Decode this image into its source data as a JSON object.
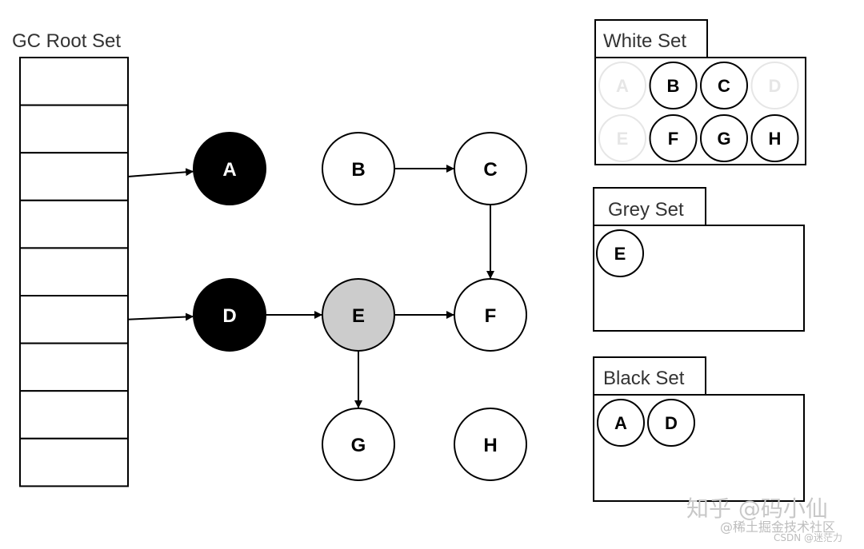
{
  "root_set": {
    "title": "GC Root Set",
    "slot_count": 9
  },
  "nodes": [
    {
      "id": "A",
      "label": "A",
      "state": "black"
    },
    {
      "id": "B",
      "label": "B",
      "state": "white"
    },
    {
      "id": "C",
      "label": "C",
      "state": "white"
    },
    {
      "id": "D",
      "label": "D",
      "state": "black"
    },
    {
      "id": "E",
      "label": "E",
      "state": "grey"
    },
    {
      "id": "F",
      "label": "F",
      "state": "white"
    },
    {
      "id": "G",
      "label": "G",
      "state": "white"
    },
    {
      "id": "H",
      "label": "H",
      "state": "white"
    }
  ],
  "edges": [
    {
      "from": "root-slot-3",
      "to": "A"
    },
    {
      "from": "root-slot-6",
      "to": "D"
    },
    {
      "from": "B",
      "to": "C"
    },
    {
      "from": "C",
      "to": "F"
    },
    {
      "from": "D",
      "to": "E"
    },
    {
      "from": "E",
      "to": "F"
    },
    {
      "from": "E",
      "to": "G"
    }
  ],
  "sets": {
    "white": {
      "title": "White Set",
      "items": [
        {
          "label": "A",
          "faded": true
        },
        {
          "label": "B",
          "faded": false
        },
        {
          "label": "C",
          "faded": false
        },
        {
          "label": "D",
          "faded": true
        },
        {
          "label": "E",
          "faded": true
        },
        {
          "label": "F",
          "faded": false
        },
        {
          "label": "G",
          "faded": false
        },
        {
          "label": "H",
          "faded": false
        }
      ]
    },
    "grey": {
      "title": "Grey Set",
      "items": [
        {
          "label": "E",
          "faded": false
        }
      ]
    },
    "black": {
      "title": "Black Set",
      "items": [
        {
          "label": "A",
          "faded": false
        },
        {
          "label": "D",
          "faded": false
        }
      ]
    }
  },
  "colors": {
    "black_node": "#000000",
    "grey_node": "#cccccc",
    "white_node": "#ffffff",
    "stroke": "#000000",
    "faded": "#e6e6e6"
  },
  "watermark": {
    "line1": "知乎 @码小仙",
    "line2": "@稀土掘金技术社区",
    "line3": "CSDN @迷茫力"
  }
}
